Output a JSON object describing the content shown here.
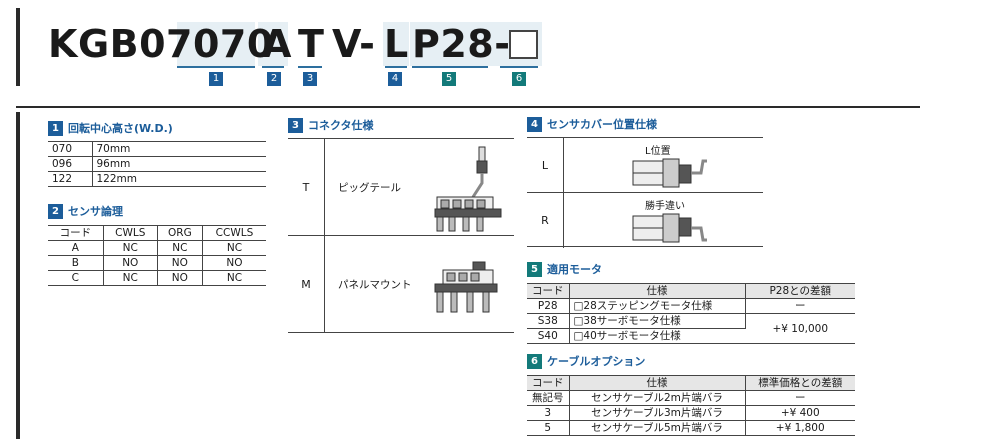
{
  "model": {
    "base": "KGB07070",
    "parts": [
      "A",
      "T",
      "V-",
      "L",
      "P28-"
    ],
    "badges": [
      "1",
      "2",
      "3",
      "4",
      "5",
      "6"
    ]
  },
  "sections": {
    "s1": {
      "num": "1",
      "title": "回転中心高さ(W.D.)",
      "rows": [
        {
          "code": "070",
          "value": "70mm"
        },
        {
          "code": "096",
          "value": "96mm"
        },
        {
          "code": "122",
          "value": "122mm"
        }
      ]
    },
    "s2": {
      "num": "2",
      "title": "センサ論理",
      "headers": [
        "コード",
        "CWLS",
        "ORG",
        "CCWLS"
      ],
      "rows": [
        [
          "A",
          "NC",
          "NC",
          "NC"
        ],
        [
          "B",
          "NO",
          "NO",
          "NO"
        ],
        [
          "C",
          "NC",
          "NO",
          "NC"
        ]
      ]
    },
    "s3": {
      "num": "3",
      "title": "コネクタ仕様",
      "rows": [
        {
          "code": "T",
          "label": "ピッグテール"
        },
        {
          "code": "M",
          "label": "パネルマウント"
        }
      ]
    },
    "s4": {
      "num": "4",
      "title": "センサカバー位置仕様",
      "rows": [
        {
          "code": "L",
          "label": "L位置"
        },
        {
          "code": "R",
          "label": "勝手違い"
        }
      ]
    },
    "s5": {
      "num": "5",
      "title": "適用モータ",
      "headers": [
        "コード",
        "仕様",
        "P28との差額"
      ],
      "rows": [
        [
          "P28",
          "□28ステッピングモータ仕様",
          "ー"
        ],
        [
          "S38",
          "□38サーボモータ仕様",
          "+¥ 10,000"
        ],
        [
          "S40",
          "□40サーボモータ仕様",
          ""
        ]
      ]
    },
    "s6": {
      "num": "6",
      "title": "ケーブルオプション",
      "headers": [
        "コード",
        "仕様",
        "標準価格との差額"
      ],
      "rows": [
        [
          "無記号",
          "センサケーブル2m片端バラ",
          "ー"
        ],
        [
          "3",
          "センサケーブル3m片端バラ",
          "+¥ 400"
        ],
        [
          "5",
          "センサケーブル5m片端バラ",
          "+¥ 1,800"
        ]
      ]
    }
  },
  "colors": {
    "accent_blue": "#1c5d9a",
    "accent_teal": "#137a7a",
    "highlight": "#e6eff4"
  }
}
